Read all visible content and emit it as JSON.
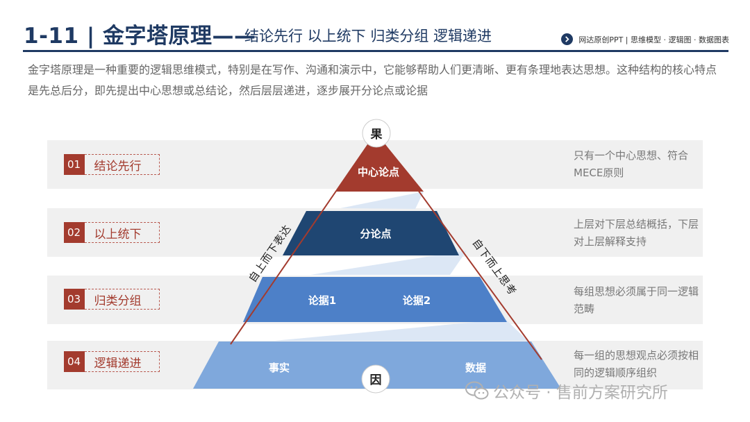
{
  "header": {
    "title": "1-11 | 金字塔原理——",
    "subtitle": "结论先行 以上统下 归类分组 逻辑递进",
    "right_text": "网达原创PPT | 思维模型 · 逻辑图 · 数据图表"
  },
  "intro": "金字塔原理是一种重要的逻辑思维模式，特别是在写作、沟通和演示中，它能够帮助人们更清晰、更有条理地表达思想。这种结构的核心特点是先总后分，即先提出中心思想或总结论，然后层层递进，逐步展开分论点或论据",
  "rows": [
    {
      "num": "01",
      "label": "结论先行",
      "desc": "只有一个中心思想、符合MECE原则"
    },
    {
      "num": "02",
      "label": "以上统下",
      "desc": "上层对下层总结概括，下层对上层解释支持"
    },
    {
      "num": "03",
      "label": "归类分组",
      "desc": "每组思想必须属于同一逻辑范畴"
    },
    {
      "num": "04",
      "label": "逻辑递进",
      "desc": "每一组的思想观点必须按相同的逻辑顺序组织"
    }
  ],
  "pyramid": {
    "top_circle": "果",
    "bottom_circle": "因",
    "level1": "中心论点",
    "level2": "分论点",
    "level3": [
      "论据1",
      "论据2"
    ],
    "level4": [
      "事实",
      "数据"
    ],
    "left_side": "自上而下表达",
    "right_side": "自下而上思考"
  },
  "colors": {
    "primary": "#1f3a63",
    "accent_red": "#a33b2e",
    "level2": "#1f4672",
    "level3": "#4d80c8",
    "level4": "#7fa8dc"
  },
  "watermark": "公众号 · 售前方案研究所"
}
